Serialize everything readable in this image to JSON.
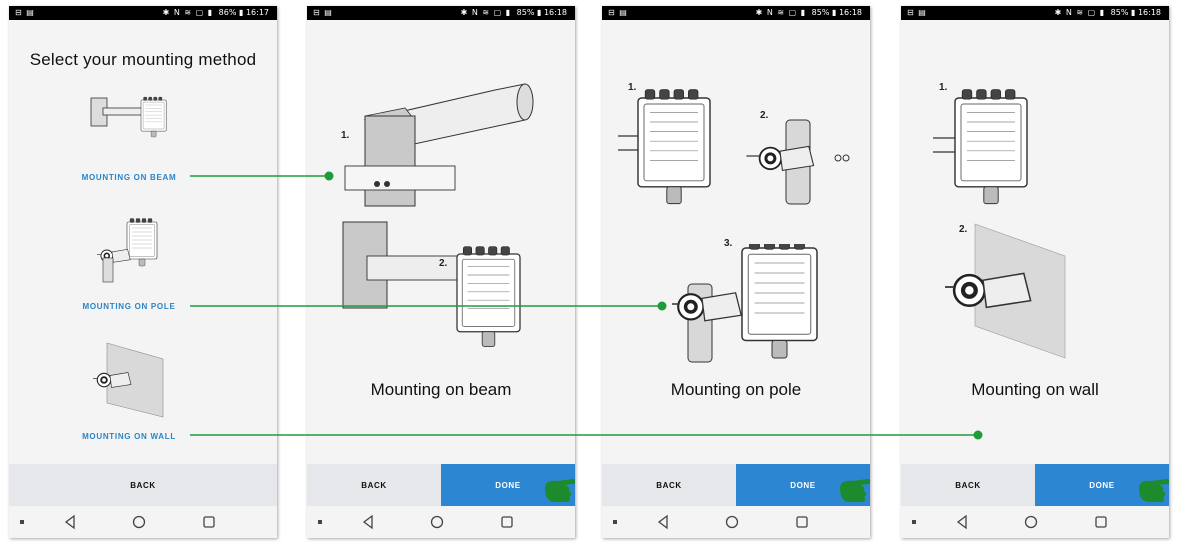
{
  "statusbars": [
    {
      "icons": "✱ N ≋ ▢ ▮",
      "battery": "86%",
      "time": "16:17"
    },
    {
      "icons": "✱ N ≋ ▢ ▮",
      "battery": "85%",
      "time": "16:18"
    },
    {
      "icons": "✱ N ≋ ▢ ▮",
      "battery": "85%",
      "time": "16:18"
    },
    {
      "icons": "✱ N ≋ ▢ ▮",
      "battery": "85%",
      "time": "16:18"
    }
  ],
  "screen1": {
    "title": "Select your mounting method",
    "options": [
      {
        "label": "MOUNTING ON BEAM"
      },
      {
        "label": "MOUNTING ON POLE"
      },
      {
        "label": "MOUNTING ON WALL"
      }
    ],
    "back_label": "BACK"
  },
  "screen2": {
    "step1": "1.",
    "step2": "2.",
    "caption": "Mounting on beam",
    "back_label": "BACK",
    "done_label": "DONE"
  },
  "screen3": {
    "step1": "1.",
    "step2": "2.",
    "step3": "3.",
    "caption": "Mounting on pole",
    "back_label": "BACK",
    "done_label": "DONE"
  },
  "screen4": {
    "step1": "1.",
    "step2": "2.",
    "caption": "Mounting on wall",
    "back_label": "BACK",
    "done_label": "DONE"
  },
  "icons": {
    "nav_recent": "recent-apps-icon",
    "nav_back": "back-triangle-icon",
    "nav_home": "home-circle-icon",
    "nav_overview": "overview-square-icon",
    "hand": "pointing-hand-icon"
  },
  "colors": {
    "accent_blue": "#2d86d2",
    "link_blue": "#2a85c6",
    "connector_green": "#1f9b3a",
    "hand_green": "#1e8a2e"
  }
}
